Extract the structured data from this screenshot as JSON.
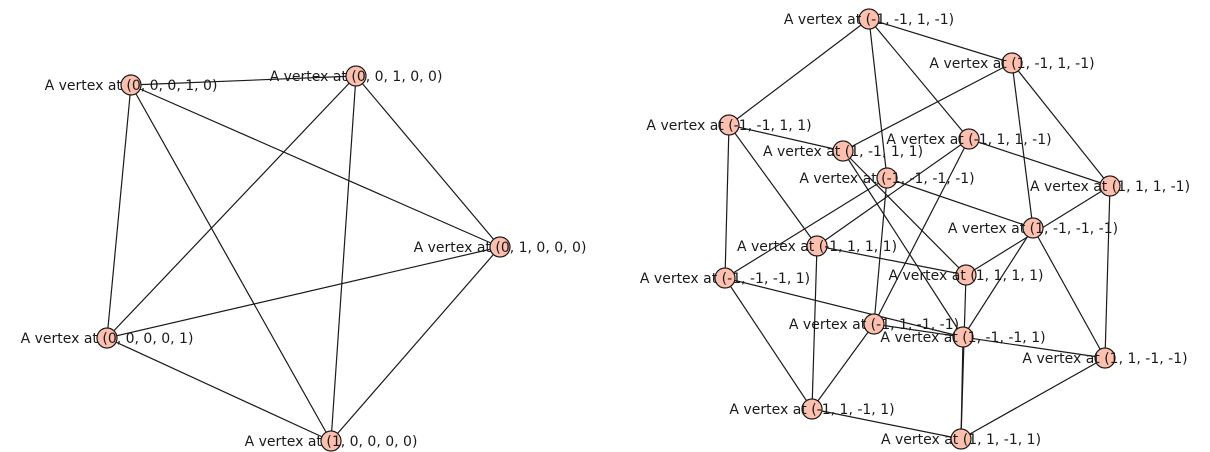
{
  "colors": {
    "node_fill": "#fdbfae",
    "node_stroke": "#1a1a1a",
    "edge": "#1a1a1a"
  },
  "graphs": [
    {
      "name": "complete-graph-k5",
      "vertices": [
        {
          "id": "v10000",
          "label": "A vertex at (1, 0, 0, 0, 0)"
        },
        {
          "id": "v01000",
          "label": "A vertex at (0, 1, 0, 0, 0)"
        },
        {
          "id": "v00100",
          "label": "A vertex at (0, 0, 1, 0, 0)"
        },
        {
          "id": "v00010",
          "label": "A vertex at (0, 0, 0, 1, 0)"
        },
        {
          "id": "v00001",
          "label": "A vertex at (0, 0, 0, 0, 1)"
        }
      ],
      "edges": [
        [
          "v00010",
          "v00100"
        ],
        [
          "v00010",
          "v01000"
        ],
        [
          "v00010",
          "v10000"
        ],
        [
          "v00010",
          "v00001"
        ],
        [
          "v00100",
          "v01000"
        ],
        [
          "v00100",
          "v10000"
        ],
        [
          "v00100",
          "v00001"
        ],
        [
          "v01000",
          "v10000"
        ],
        [
          "v01000",
          "v00001"
        ],
        [
          "v10000",
          "v00001"
        ]
      ]
    },
    {
      "name": "tesseract-graph",
      "vertices": [
        {
          "id": "mmpm",
          "label": "A vertex at (-1, -1, 1, -1)"
        },
        {
          "id": "pmpm",
          "label": "A vertex at (1, -1, 1, -1)"
        },
        {
          "id": "mmpp",
          "label": "A vertex at (-1, -1, 1, 1)"
        },
        {
          "id": "mppm",
          "label": "A vertex at (-1, 1, 1, -1)"
        },
        {
          "id": "pmpp",
          "label": "A vertex at (1, -1, 1, 1)"
        },
        {
          "id": "mmmm",
          "label": "A vertex at (-1, -1, -1, -1)"
        },
        {
          "id": "pppm",
          "label": "A vertex at (1, 1, 1, -1)"
        },
        {
          "id": "pmmm",
          "label": "A vertex at (1, -1, -1, -1)"
        },
        {
          "id": "mppp",
          "label": "A vertex at (-1, 1, 1, 1)"
        },
        {
          "id": "mmmp",
          "label": "A vertex at (-1, -1, -1, 1)"
        },
        {
          "id": "pppp",
          "label": "A vertex at (1, 1, 1, 1)"
        },
        {
          "id": "pmmp",
          "label": "A vertex at (1, -1, -1, 1)"
        },
        {
          "id": "mpmm",
          "label": "A vertex at (-1, 1, -1, -1)"
        },
        {
          "id": "ppmm",
          "label": "A vertex at (1, 1, -1, -1)"
        },
        {
          "id": "mpmp",
          "label": "A vertex at (-1, 1, -1, 1)"
        },
        {
          "id": "ppmp",
          "label": "A vertex at (1, 1, -1, 1)"
        }
      ],
      "edges": [
        [
          "mmpm",
          "pmpm"
        ],
        [
          "mmpm",
          "mmpp"
        ],
        [
          "mmpm",
          "mppm"
        ],
        [
          "mmpm",
          "mmmm"
        ],
        [
          "pmpm",
          "pmpp"
        ],
        [
          "pmpm",
          "pppm"
        ],
        [
          "pmpm",
          "pmmm"
        ],
        [
          "mmpp",
          "pmpp"
        ],
        [
          "mmpp",
          "mppp"
        ],
        [
          "mmpp",
          "mmmp"
        ],
        [
          "mppm",
          "pppm"
        ],
        [
          "mppm",
          "mppp"
        ],
        [
          "mppm",
          "mpmm"
        ],
        [
          "pmpp",
          "pppp"
        ],
        [
          "pmpp",
          "pmmp"
        ],
        [
          "mmmm",
          "pmmm"
        ],
        [
          "mmmm",
          "mmmp"
        ],
        [
          "mmmm",
          "mpmm"
        ],
        [
          "pppm",
          "pppp"
        ],
        [
          "pppm",
          "ppmm"
        ],
        [
          "pmmm",
          "pmmp"
        ],
        [
          "pmmm",
          "ppmm"
        ],
        [
          "mppp",
          "pppp"
        ],
        [
          "mppp",
          "mpmp"
        ],
        [
          "mmmp",
          "pmmp"
        ],
        [
          "mmmp",
          "mpmp"
        ],
        [
          "pppp",
          "ppmp"
        ],
        [
          "pmmp",
          "ppmp"
        ],
        [
          "mpmm",
          "ppmm"
        ],
        [
          "mpmm",
          "mpmp"
        ],
        [
          "ppmm",
          "ppmp"
        ],
        [
          "mpmp",
          "ppmp"
        ]
      ]
    }
  ]
}
